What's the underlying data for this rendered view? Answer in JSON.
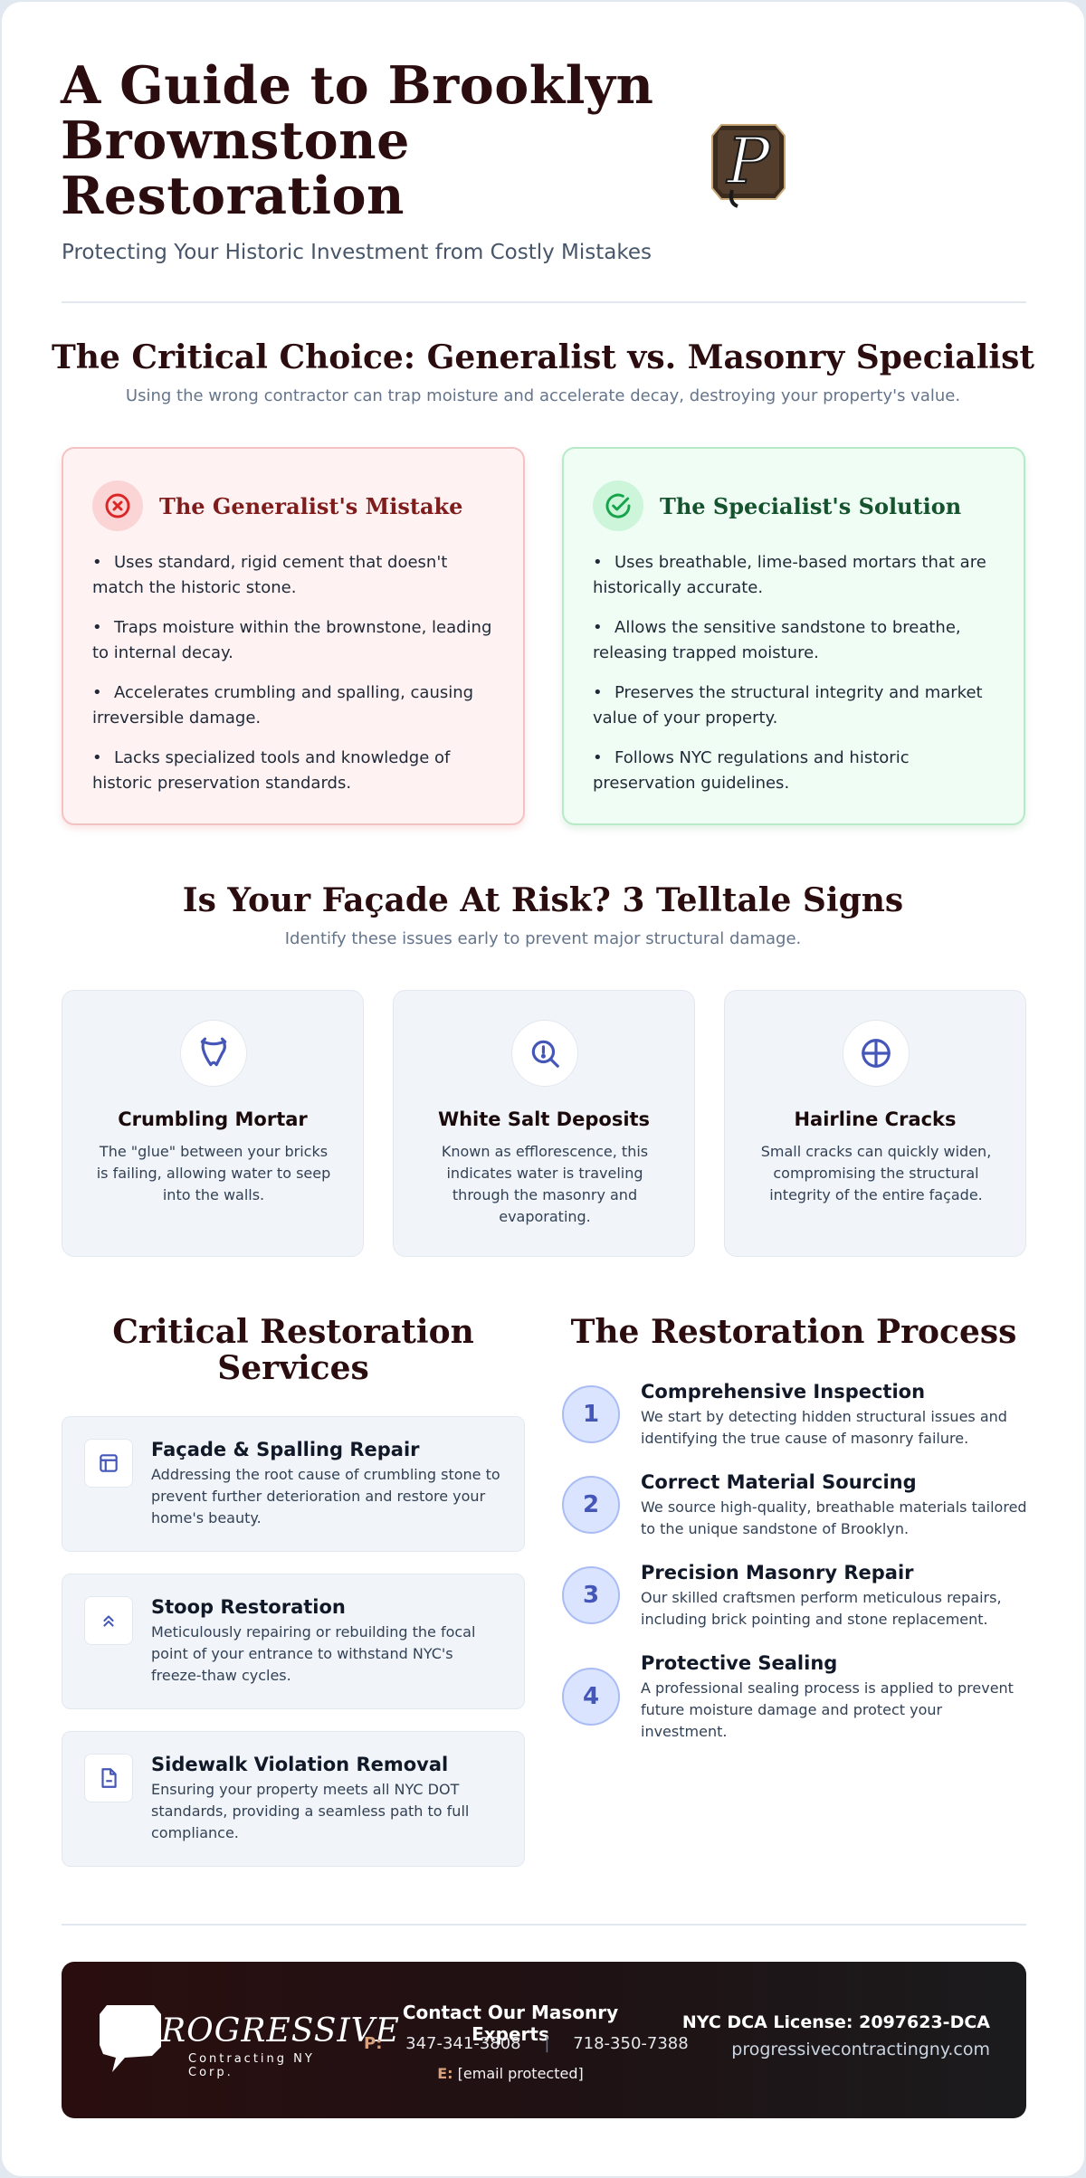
{
  "header": {
    "title": "A Guide to Brooklyn Brownstone Restoration",
    "subtitle": "Protecting Your Historic Investment from Costly Mistakes",
    "logo_letter": "P"
  },
  "choice": {
    "title": "The Critical Choice: Generalist vs. Masonry Specialist",
    "subtitle": "Using the wrong contractor can trap moisture and accelerate decay, destroying your property's value.",
    "generalist": {
      "title": "The Generalist's Mistake",
      "icon": "x-circle-icon",
      "items": [
        "Uses standard, rigid cement that doesn't match the historic stone.",
        "Traps moisture within the brownstone, leading to internal decay.",
        "Accelerates crumbling and spalling, causing irreversible damage.",
        "Lacks specialized tools and knowledge of historic preservation standards."
      ]
    },
    "specialist": {
      "title": "The Specialist's Solution",
      "icon": "check-circle-icon",
      "items": [
        "Uses breathable, lime-based mortars that are historically accurate.",
        "Allows the sensitive sandstone to breathe, releasing trapped moisture.",
        "Preserves the structural integrity and market value of your property.",
        "Follows NYC regulations and historic preservation guidelines."
      ]
    }
  },
  "signs": {
    "title": "Is Your Façade At Risk? 3 Telltale Signs",
    "subtitle": "Identify these issues early to prevent major structural damage.",
    "items": [
      {
        "title": "Crumbling Mortar",
        "icon": "tooth-icon",
        "text": "The \"glue\" between your bricks is failing, allowing water to seep into the walls."
      },
      {
        "title": "White Salt Deposits",
        "icon": "search-alert-icon",
        "text": "Known as efflorescence, this indicates water is traveling through the masonry and evaporating."
      },
      {
        "title": "Hairline Cracks",
        "icon": "crosshair-icon",
        "text": "Small cracks can quickly widen, compromising the structural integrity of the entire façade."
      }
    ]
  },
  "services": {
    "title": "Critical Restoration Services",
    "items": [
      {
        "title": "Façade & Spalling Repair",
        "icon": "layout-icon",
        "text": "Addressing the root cause of crumbling stone to prevent further deterioration and restore your home's beauty."
      },
      {
        "title": "Stoop Restoration",
        "icon": "chevrons-up-icon",
        "text": "Meticulously repairing or rebuilding the focal point of your entrance to withstand NYC's freeze-thaw cycles."
      },
      {
        "title": "Sidewalk Violation Removal",
        "icon": "file-minus-icon",
        "text": "Ensuring your property meets all NYC DOT standards, providing a seamless path to full compliance."
      }
    ]
  },
  "process": {
    "title": "The Restoration Process",
    "steps": [
      {
        "num": "1",
        "title": "Comprehensive Inspection",
        "text": "We start by detecting hidden structural issues and identifying the true cause of masonry failure."
      },
      {
        "num": "2",
        "title": "Correct Material Sourcing",
        "text": "We source high-quality, breathable materials tailored to the unique sandstone of Brooklyn."
      },
      {
        "num": "3",
        "title": "Precision Masonry Repair",
        "text": "Our skilled craftsmen perform meticulous repairs, including brick pointing and stone replacement."
      },
      {
        "num": "4",
        "title": "Protective Sealing",
        "text": "A professional sealing process is applied to prevent future moisture damage and protect your investment."
      }
    ]
  },
  "footer": {
    "brand_name": "ROGRESSIVE",
    "brand_sub": "Contracting NY Corp.",
    "contact_title": "Contact Our Masonry Experts",
    "phone_label": "P:",
    "phone_1": "347-341-3808",
    "phone_sep": "|",
    "phone_2": "718-350-7388",
    "email_label": "E:",
    "email": "[email protected]",
    "license": "NYC DCA License: 2097623-DCA",
    "website": "progressivecontractingny.com"
  },
  "colors": {
    "heading": "#2b0d0f",
    "bad_accent": "#dc2626",
    "good_accent": "#16a34a",
    "icon_blue": "#4456b8",
    "footer_bg": "#2a0e0f"
  }
}
